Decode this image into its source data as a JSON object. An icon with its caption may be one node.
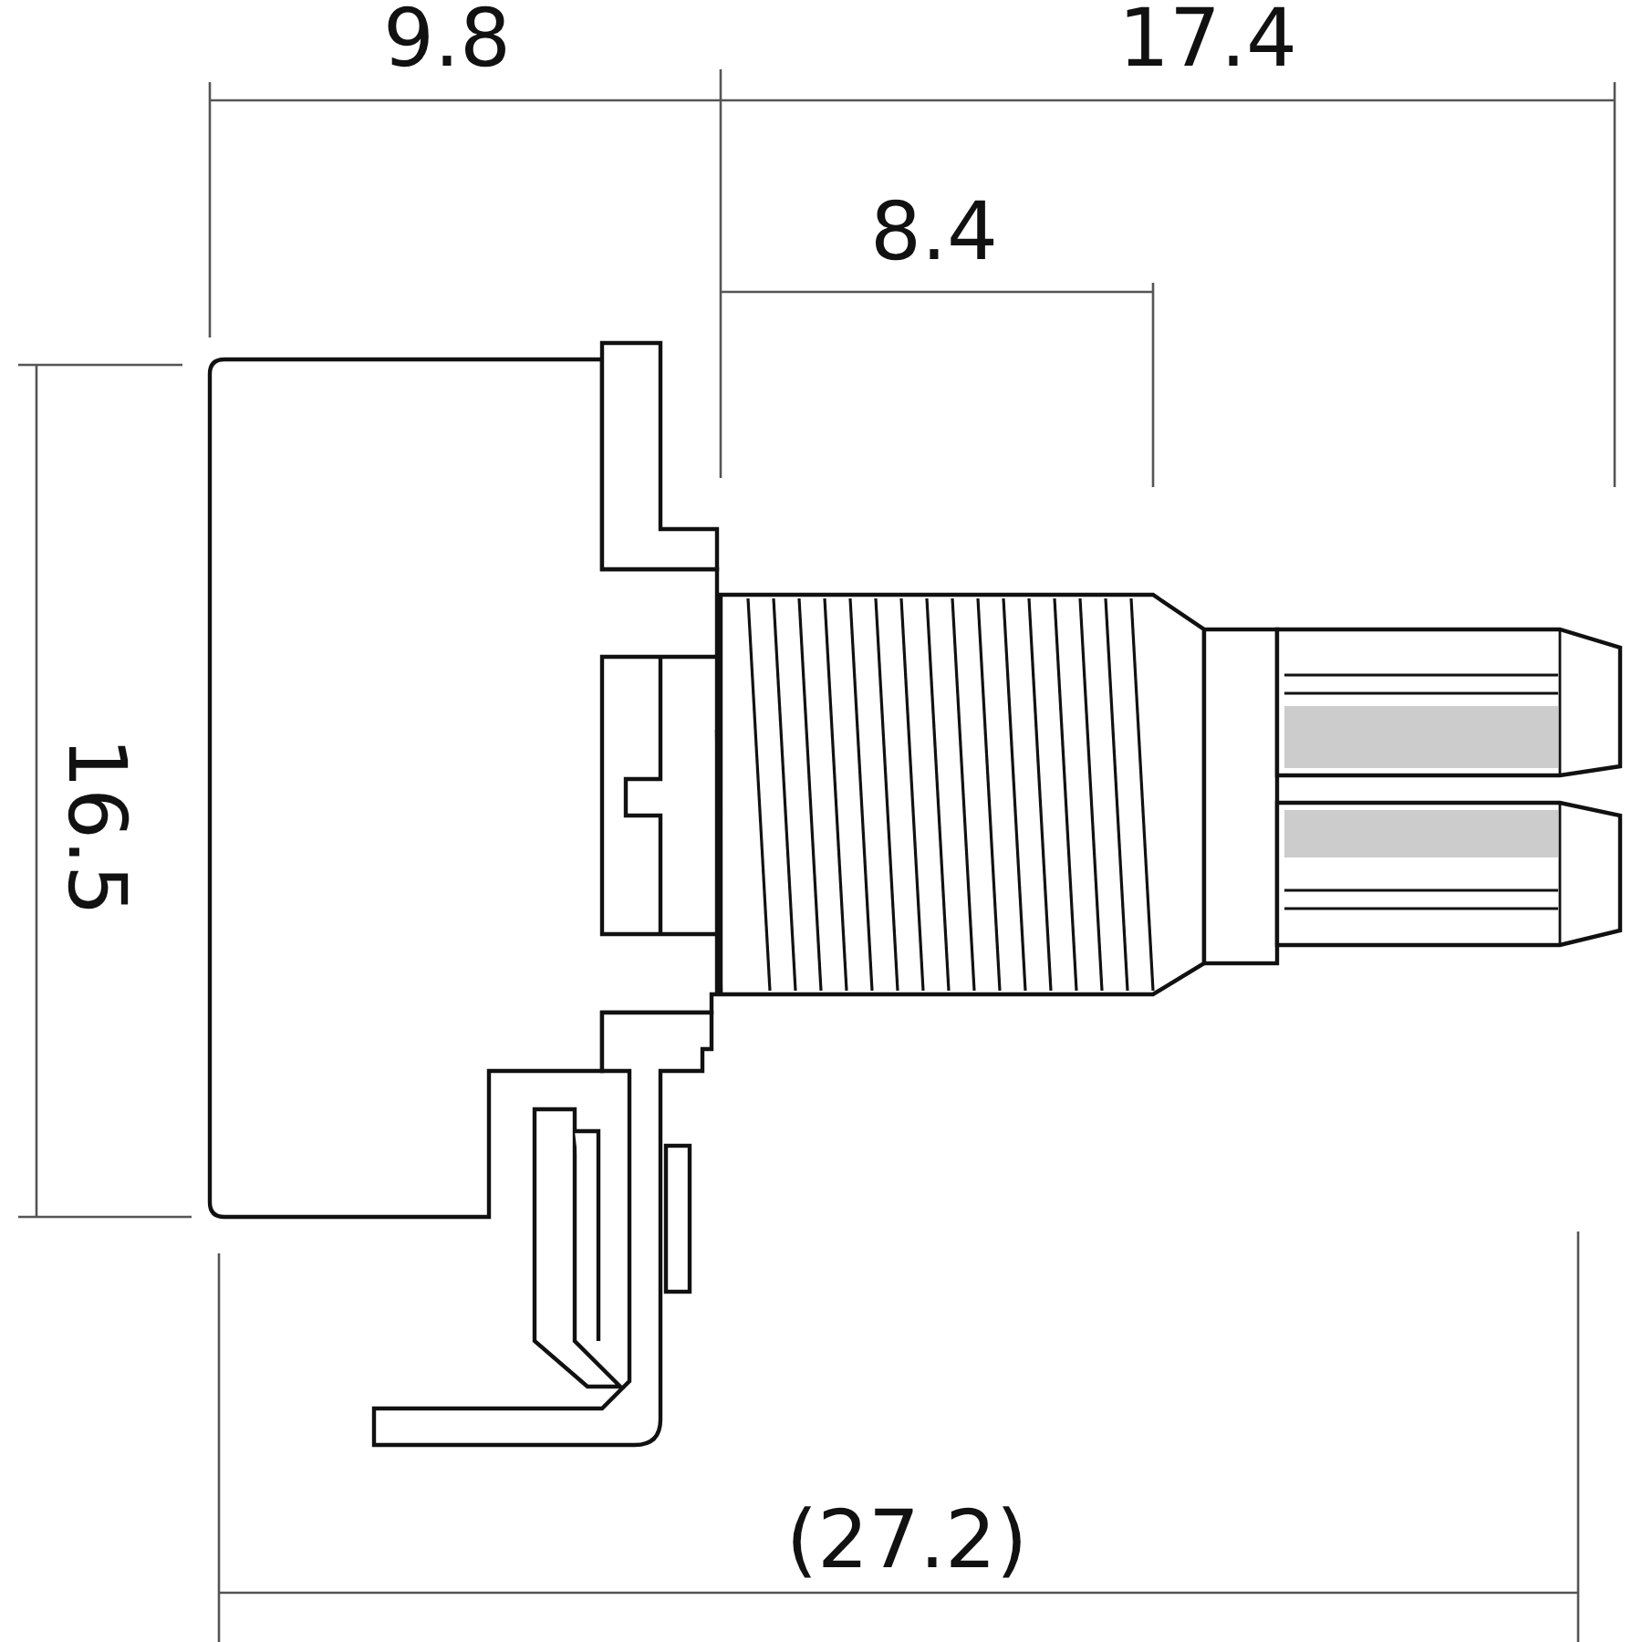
{
  "diagram": {
    "labels": [
      "9.8",
      "17.4",
      "8.4",
      "16.5",
      "(27.2)"
    ]
  }
}
